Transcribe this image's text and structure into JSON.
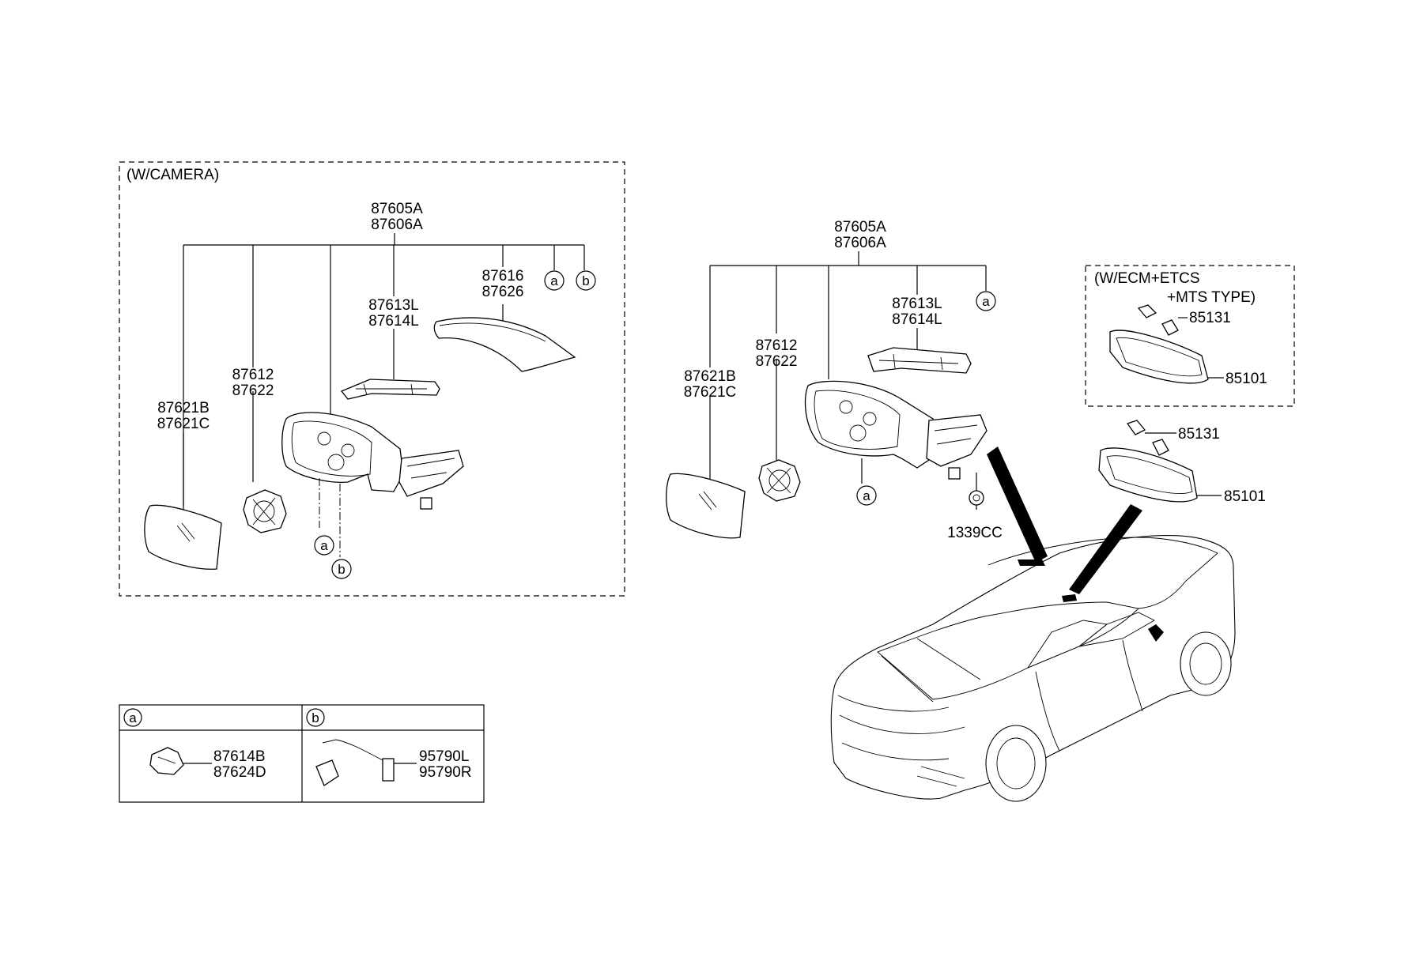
{
  "box_camera": {
    "title": "(W/CAMERA)"
  },
  "box_ecm": {
    "title_line1": "(W/ECM+ETCS",
    "title_line2": "+MTS TYPE)"
  },
  "left_group": {
    "assembly": [
      "87605A",
      "87606A"
    ],
    "cover": [
      "87616",
      "87626"
    ],
    "lamp": [
      "87613L",
      "87614L"
    ],
    "actuator": [
      "87612",
      "87622"
    ],
    "glass": [
      "87621B",
      "87621C"
    ],
    "callouts": [
      "a",
      "b"
    ]
  },
  "right_group": {
    "assembly": [
      "87605A",
      "87606A"
    ],
    "lamp": [
      "87613L",
      "87614L"
    ],
    "actuator": [
      "87612",
      "87622"
    ],
    "glass": [
      "87621B",
      "87621C"
    ],
    "bolt": "1339CC",
    "callouts": [
      "a"
    ]
  },
  "inside_mirror": {
    "ecm_cover": "85131",
    "ecm_mirror": "85101",
    "std_cover": "85131",
    "std_mirror": "85101"
  },
  "legend_table": {
    "col_a": "a",
    "col_b": "b",
    "a_parts": [
      "87614B",
      "87624D"
    ],
    "b_parts": [
      "95790L",
      "95790R"
    ]
  }
}
